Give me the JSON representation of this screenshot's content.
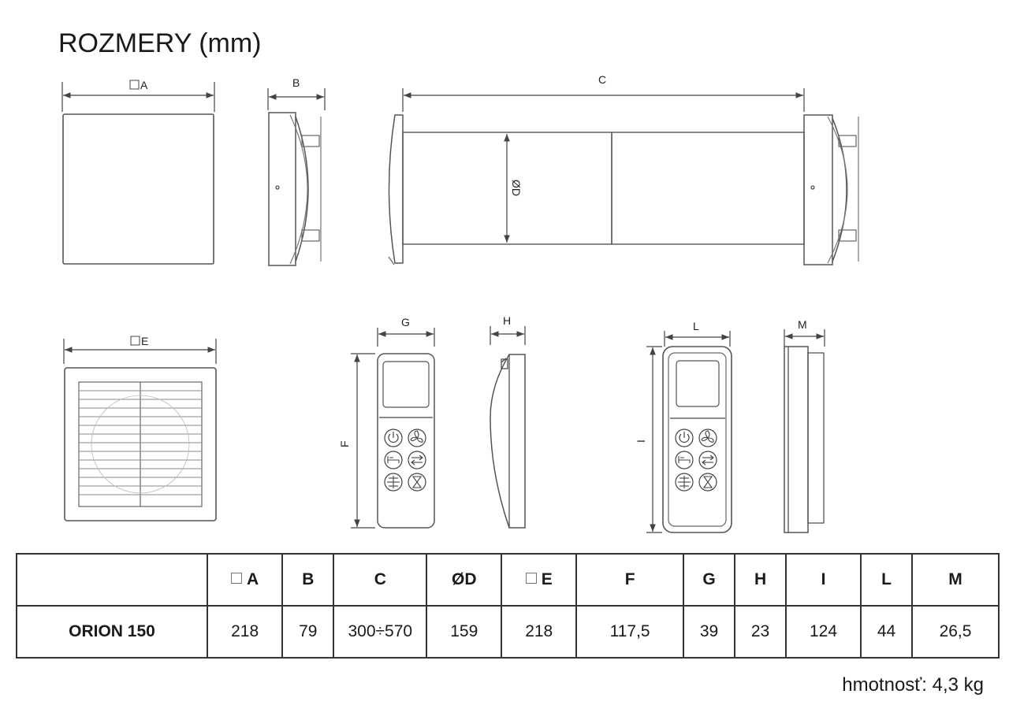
{
  "title": "ROZMERY (mm)",
  "drawing_labels": {
    "a": "A",
    "b": "B",
    "c": "C",
    "d": "ØD",
    "e": "E",
    "f": "F",
    "g": "G",
    "h": "H",
    "i": "I",
    "l": "L",
    "m": "M"
  },
  "table": {
    "headers": [
      "",
      "A",
      "B",
      "C",
      "ØD",
      "E",
      "F",
      "G",
      "H",
      "I",
      "L",
      "M"
    ],
    "rows": [
      {
        "name": "ORION 150",
        "values": [
          "218",
          "79",
          "300÷570",
          "159",
          "218",
          "117,5",
          "39",
          "23",
          "124",
          "44",
          "26,5"
        ]
      }
    ]
  },
  "weight": "hmotnosť: 4,3 kg"
}
